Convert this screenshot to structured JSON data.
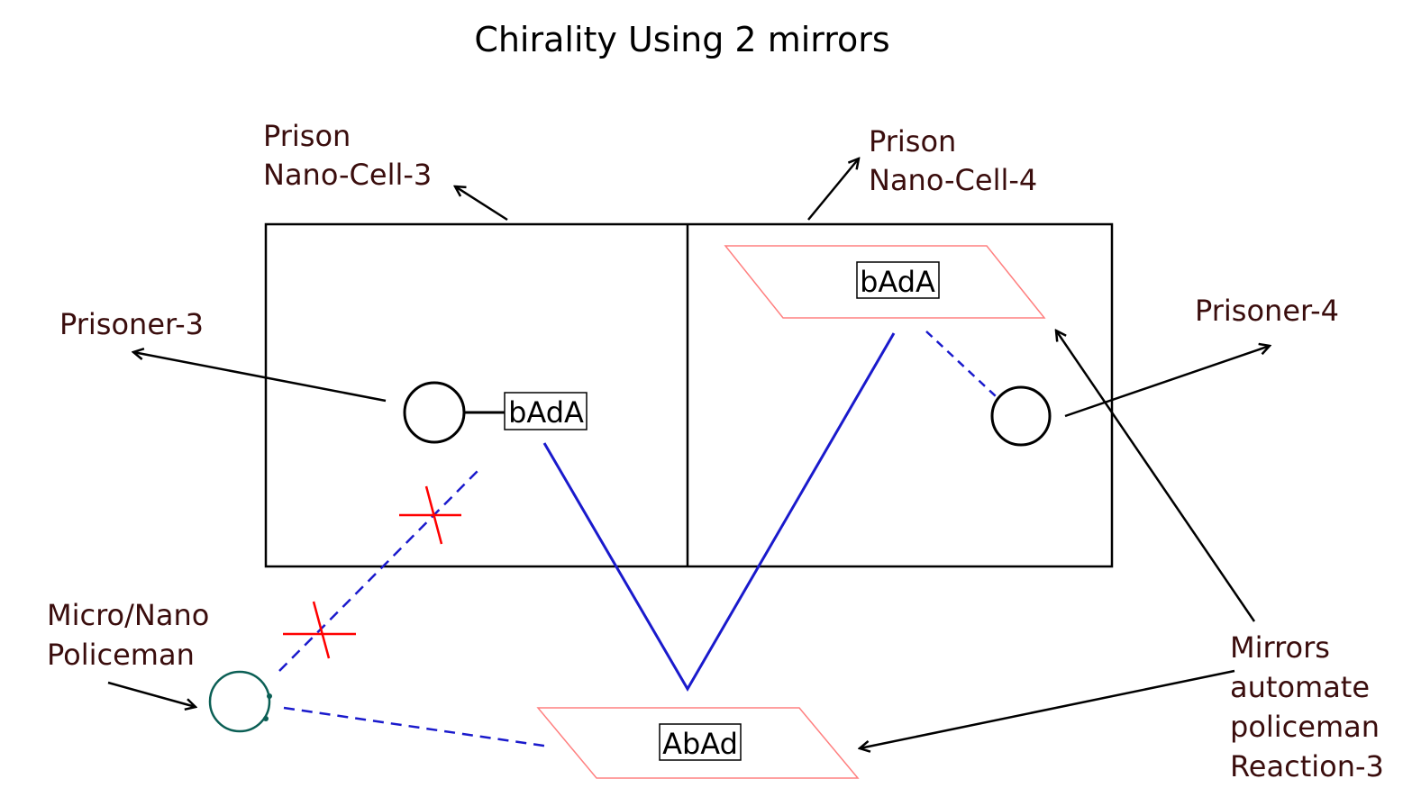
{
  "title": "Chirality Using 2 mirrors",
  "labels": {
    "cell3_line1": "Prison",
    "cell3_line2": "Nano-Cell-3",
    "cell4_line1": "Prison",
    "cell4_line2": "Nano-Cell-4",
    "prisoner3": "Prisoner-3",
    "prisoner4": "Prisoner-4",
    "policeman_line1": "Micro/Nano",
    "policeman_line2": "Policeman",
    "mirrors_line1": "Mirrors",
    "mirrors_line2": "automate",
    "mirrors_line3": "policeman",
    "mirrors_line4": "Reaction-3"
  },
  "molecules": {
    "cell3": "bAdA",
    "mirror_top": "bAdA",
    "mirror_bottom": "AbAd"
  },
  "colors": {
    "text": "#3a0d0d",
    "ray": "#1a1acc",
    "block": "#ff0000",
    "mirror": "#ff8080",
    "policeman": "#0b5f55"
  }
}
